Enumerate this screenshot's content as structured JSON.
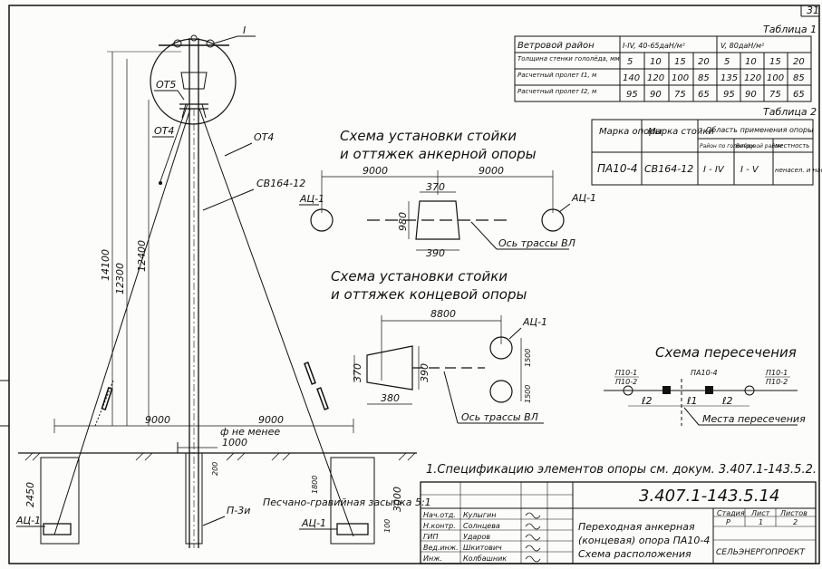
{
  "sheet": {
    "number": "31"
  },
  "table1": {
    "title": "Таблица 1",
    "rows": [
      {
        "label": "Ветровой район",
        "cells": [
          "I-IV, 40-65даН/м²",
          "V, 80даН/м²"
        ]
      },
      {
        "label": "Толщина стенки гололёда, мм",
        "cells": [
          "5",
          "10",
          "15",
          "20",
          "5",
          "10",
          "15",
          "20"
        ]
      },
      {
        "label": "Расчетный пролет ℓ1, м",
        "cells": [
          "140",
          "120",
          "100",
          "85",
          "135",
          "120",
          "100",
          "85"
        ]
      },
      {
        "label": "Расчетный пролет ℓ2, м",
        "cells": [
          "95",
          "90",
          "75",
          "65",
          "95",
          "90",
          "75",
          "65"
        ]
      }
    ]
  },
  "table2": {
    "title": "Таблица 2",
    "headers": [
      "Марка опоры",
      "Марка стойки",
      "Область применения опоры",
      "Район по гололёду",
      "Ветровой район",
      "местность"
    ],
    "row": [
      "ПА10-4",
      "СВ164-12",
      "I - IV",
      "I - V",
      "ненасел. и насел."
    ]
  },
  "pole": {
    "labels": {
      "top_mark": "I",
      "ot5": "ОТ5",
      "ot4_left": "ОТ4",
      "ot4_right": "ОТ4",
      "stand": "СВ164-12",
      "left_anchor": "АЦ-1",
      "right_anchor": "АЦ-1",
      "p3i": "П-3и",
      "fill": "Песчано-гравийная засыпка 5:1"
    },
    "dims": {
      "h14100": "14100",
      "h12300": "12300",
      "h12400": "12400",
      "left9000": "9000",
      "right9000": "9000",
      "notless": "ф не менее",
      "d1000": "1000",
      "d200": "200",
      "d1800": "1800",
      "d3000": "3000",
      "d100": "100",
      "d2450": "2450"
    }
  },
  "scheme_anchor": {
    "title1": "Схема установки стойки",
    "title2": "и оттяжек анкерной опоры",
    "d9000a": "9000",
    "d9000b": "9000",
    "d370": "370",
    "d980": "980",
    "d390": "390",
    "anc_l": "АЦ-1",
    "anc_r": "АЦ-1",
    "axis": "Ось трассы ВЛ"
  },
  "scheme_end": {
    "title1": "Схема установки стойки",
    "title2": "и оттяжек концевой опоры",
    "d8800": "8800",
    "d370": "370",
    "d390": "390",
    "d380": "380",
    "d1500a": "1500",
    "d1500b": "1500",
    "anc": "АЦ-1",
    "axis": "Ось трассы ВЛ"
  },
  "scheme_cross": {
    "title": "Схема пересечения",
    "left": [
      "П10-1",
      "П10-2"
    ],
    "mid": "ПА10-4",
    "right": [
      "П10-1",
      "П10-2"
    ],
    "l2a": "ℓ2",
    "l1": "ℓ1",
    "l2b": "ℓ2",
    "crossing": "Места пересечения"
  },
  "note": "1.Спецификацию элементов опоры см. докум. 3.407.1-143.5.2.",
  "stamp": {
    "doc": "3.407.1-143.5.14",
    "title": [
      "Переходная анкерная",
      "(концевая) опора ПА10-4",
      "Схема расположения"
    ],
    "stage_h": "Стадия",
    "sheet_h": "Лист",
    "sheets_h": "Листов",
    "stage": "Р",
    "sheet": "1",
    "sheets": "2",
    "org": "СЕЛЬЭНЕРГОПРОЕКТ",
    "roles": [
      "Нач.отд.",
      "Н.контр.",
      "ГИП",
      "Вед.инж.",
      "Инж."
    ],
    "names": [
      "Кулыгин",
      "Солнцева",
      "Ударов",
      "Шкитович",
      "Колбашник"
    ]
  }
}
